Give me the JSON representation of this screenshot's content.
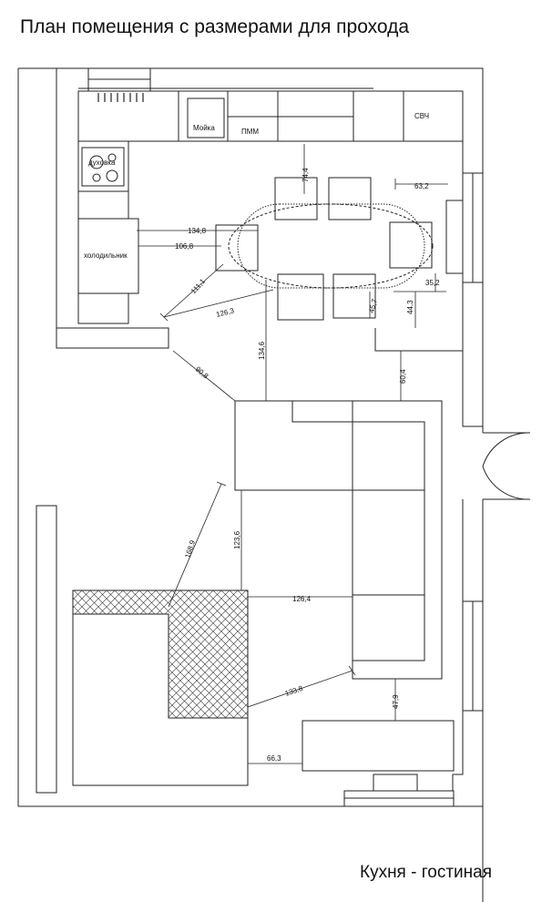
{
  "title": "План помещения с размерами для прохода",
  "caption": "Кухня - гостиная",
  "labels": {
    "sink": "Мойка",
    "dishwasher": "ПММ",
    "microwave": "СВЧ",
    "oven": "духовка",
    "fridge": "холодильник"
  },
  "dimensions": {
    "d1": "74,4",
    "d2": "63,2",
    "d3": "134,8",
    "d4": "106,8",
    "d5": "111,1",
    "d6": "126,3",
    "d7": "35,2",
    "d8": "45,7",
    "d9": "44,3",
    "d10": "134,6",
    "d11": "90,8",
    "d12": "60,4",
    "d13": "168,9",
    "d14": "123,6",
    "d15": "126,4",
    "d16": "133,8",
    "d17": "47,9",
    "d18": "66,3"
  }
}
